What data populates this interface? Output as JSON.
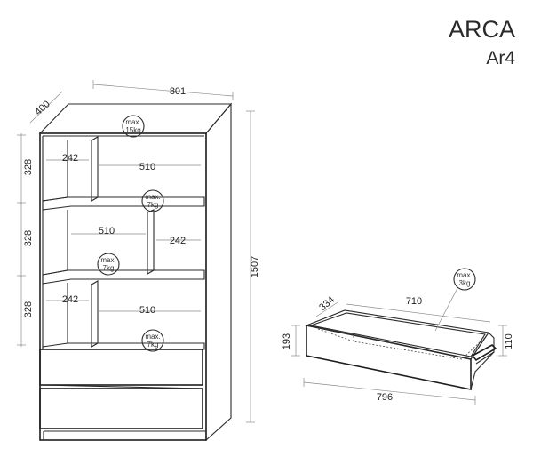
{
  "title": {
    "brand": "ARCA",
    "model": "Ar4"
  },
  "cabinet": {
    "width": "801",
    "depth": "400",
    "height": "1507",
    "top_load": {
      "line1": "max.",
      "line2": "15kg"
    },
    "compartments": [
      {
        "height": "328",
        "left_width": "242",
        "right_width": "510",
        "load": {
          "line1": "max.",
          "line2": "7kg"
        }
      },
      {
        "height": "328",
        "left_width": "510",
        "right_width": "242",
        "load": {
          "line1": "max.",
          "line2": "7kg"
        }
      },
      {
        "height": "328",
        "left_width": "242",
        "right_width": "510",
        "load": {
          "line1": "max.",
          "line2": "7kg"
        }
      }
    ]
  },
  "drawer": {
    "inner_width": "710",
    "inner_depth": "334",
    "outer_width": "796",
    "front_height": "193",
    "side_height": "110",
    "load": {
      "line1": "max.",
      "line2": "3kg"
    }
  },
  "colors": {
    "line": "#2b2b2b",
    "dimension_line": "#8a8a8a",
    "text": "#222222"
  }
}
